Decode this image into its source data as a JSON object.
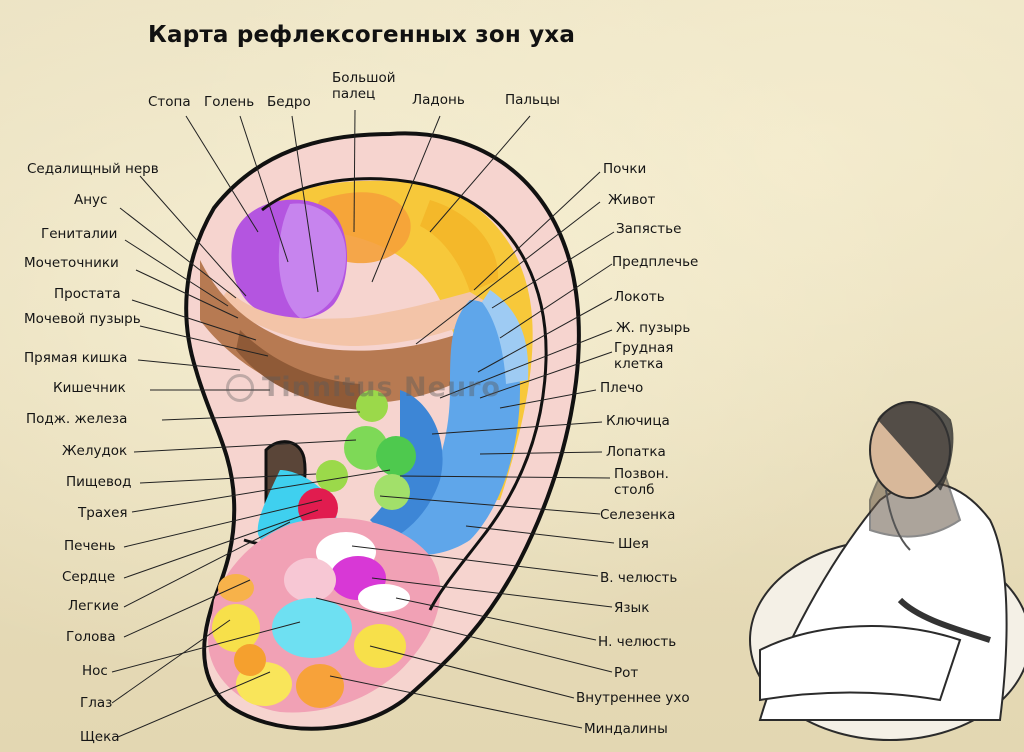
{
  "title": "Карта рефлексогенных зон уха",
  "watermark": "Tinnitus Neuro",
  "labels": {
    "stopa": "Стопа",
    "golen": "Голень",
    "bedro": "Бедро",
    "bolshoy_palec": "Большой палец",
    "ladon": "Ладонь",
    "palcy": "Пальцы",
    "sedalishchny_nerv": "Седалищный нерв",
    "anus": "Анус",
    "genitalii": "Гениталии",
    "mochetochniki": "Мочеточники",
    "prostata": "Простата",
    "mochevoy_puzyr": "Мочевой пузырь",
    "pryamaya_kishka": "Прямая кишка",
    "kishechnik": "Кишечник",
    "podzh_zheleza": "Подж. железа",
    "zheludok": "Желудок",
    "pishchevod": "Пищевод",
    "traheya": "Трахея",
    "pechen": "Печень",
    "serdce": "Сердце",
    "legkie": "Легкие",
    "golova": "Голова",
    "nos": "Нос",
    "glaz": "Глаз",
    "shcheka": "Щека",
    "pochki": "Почки",
    "zhivot": "Живот",
    "zapyastye": "Запястье",
    "predplechye": "Предплечье",
    "lokot": "Локоть",
    "zh_puzyr": "Ж. пузырь",
    "grudnaya_kletka": "Грудная клетка",
    "plecho": "Плечо",
    "klyuchica": "Ключица",
    "lopatka": "Лопатка",
    "pozvon_stolb": "Позвон. столб",
    "selezenka": "Селезенка",
    "sheya": "Шея",
    "v_chelyust": "В. челюсть",
    "yazyk": "Язык",
    "n_chelyust": "Н. челюсть",
    "rot": "Рот",
    "vnutrennee_uho": "Внутреннее ухо",
    "mindaliny": "Миндалины"
  },
  "colors": {
    "background": "#e9dfbf",
    "ear_outline": "#111111",
    "helix_rim": "#f6d4cf",
    "upper_yellow": "#f7c83a",
    "purple": "#b455e0",
    "brown": "#b77a52",
    "blue": "#5fa6ea",
    "green": "#7ed957",
    "lobe_pink": "#f1a1b5",
    "magenta": "#d838d6",
    "cyan": "#4fd6f0",
    "orange": "#f7a23a",
    "yellow": "#f7e04a"
  }
}
